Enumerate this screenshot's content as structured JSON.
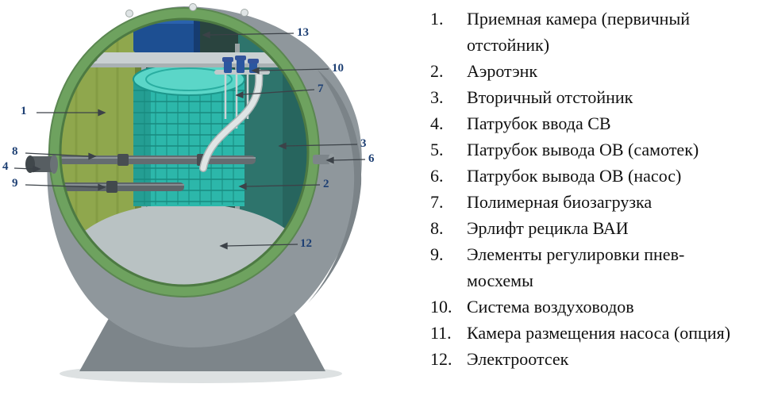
{
  "diagram": {
    "callouts": [
      {
        "label": "1"
      },
      {
        "label": "8"
      },
      {
        "label": "4"
      },
      {
        "label": "9"
      },
      {
        "label": "13"
      },
      {
        "label": "10"
      },
      {
        "label": "7"
      },
      {
        "label": "3"
      },
      {
        "label": "6"
      },
      {
        "label": "2"
      },
      {
        "label": "12"
      }
    ],
    "parts": {
      "tank": "septic-tank-cutaway",
      "biofilter": "polymer-bioload-basket",
      "electric_box": "electronics-box"
    }
  },
  "legend": {
    "items": [
      {
        "num": "1.",
        "text": "Приемная камера (первичный отстойник)"
      },
      {
        "num": "2.",
        "text": "Аэротэнк"
      },
      {
        "num": "3.",
        "text": "Вторичный отстойник"
      },
      {
        "num": "4.",
        "text": "Патрубок ввода СВ"
      },
      {
        "num": "5.",
        "text": "Патрубок вывода ОВ (самотек)"
      },
      {
        "num": "6.",
        "text": "Патрубок вывода ОВ (насос)"
      },
      {
        "num": "7.",
        "text": "Полимерная биозагрузка"
      },
      {
        "num": "8.",
        "text": "Эрлифт рецикла ВАИ"
      },
      {
        "num": "9.",
        "text": "Элементы регулировки пнев-мосхемы"
      },
      {
        "num": "10.",
        "text": "Система воздуховодов"
      },
      {
        "num": "11.",
        "text": "Камера размещения насоса (опция)"
      },
      {
        "num": "12.",
        "text": "Электроотсек"
      }
    ]
  },
  "colors": {
    "callout_number": "#1d3f73",
    "rim_green": "#6ea25f",
    "biofilter_teal": "#2cb7aa",
    "electric_box_blue": "#1d4f92",
    "tank_gray": "#8f979c"
  }
}
